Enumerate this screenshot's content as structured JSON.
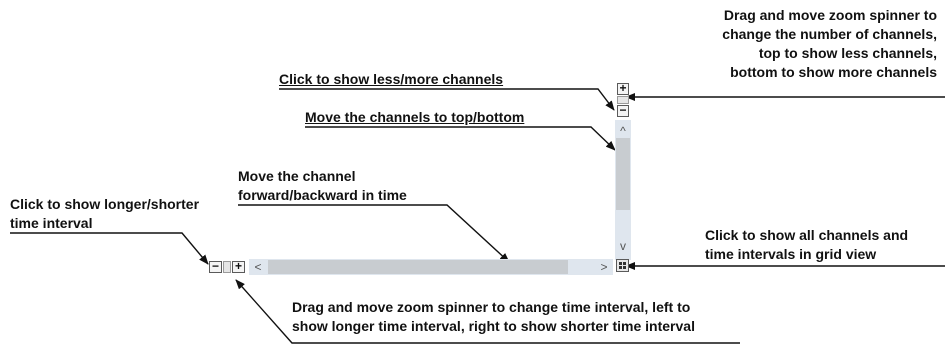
{
  "annotations": {
    "zoom_spinner_vertical": [
      "Drag and move zoom spinner to",
      "change the number of channels,",
      "top to show less channels,",
      "bottom to show more channels"
    ],
    "less_more_channels": "Click to show less/more channels",
    "move_channels_top_bottom": "Move the channels to top/bottom",
    "move_channel_time": [
      "Move the channel",
      "forward/backward in time"
    ],
    "longer_shorter_interval": [
      "Click to show longer/shorter",
      "time interval"
    ],
    "grid_view": [
      "Click to show all channels and",
      "time intervals  in grid view"
    ],
    "zoom_spinner_horizontal": [
      "Drag and move zoom spinner to change time interval, left to",
      "show longer time interval, right to show shorter time interval"
    ]
  },
  "controls": {
    "vzoom_plus": "+",
    "vzoom_minus": "−",
    "hzoom_minus": "−",
    "hzoom_plus": "+",
    "scroll_up": "^",
    "scroll_down": "v",
    "scroll_left": "<",
    "scroll_right": ">"
  },
  "colors": {
    "track": "#dfe6ee",
    "thumb": "#c8ccd0",
    "button_border": "#5a5a5a",
    "text": "#111111"
  }
}
